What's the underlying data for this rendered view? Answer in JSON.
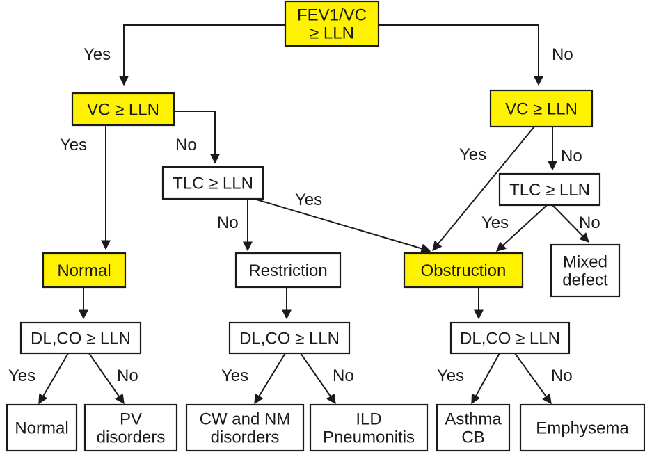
{
  "nodes": {
    "root": {
      "lines": [
        "FEV1/VC",
        "≥ LLN"
      ],
      "highlight": true
    },
    "vc_left": {
      "lines": [
        "VC ≥ LLN"
      ],
      "highlight": true
    },
    "vc_right": {
      "lines": [
        "VC ≥ LLN"
      ],
      "highlight": true
    },
    "tlc_mid": {
      "lines": [
        "TLC ≥ LLN"
      ],
      "highlight": false
    },
    "tlc_right": {
      "lines": [
        "TLC ≥ LLN"
      ],
      "highlight": false
    },
    "normal_mid": {
      "lines": [
        "Normal"
      ],
      "highlight": true
    },
    "restriction": {
      "lines": [
        "Restriction"
      ],
      "highlight": false
    },
    "obstruction": {
      "lines": [
        "Obstruction"
      ],
      "highlight": true
    },
    "mixed": {
      "lines": [
        "Mixed",
        "defect"
      ],
      "highlight": false
    },
    "dlco1": {
      "lines": [
        "DL,CO ≥ LLN"
      ],
      "highlight": false
    },
    "dlco2": {
      "lines": [
        "DL,CO ≥ LLN"
      ],
      "highlight": false
    },
    "dlco3": {
      "lines": [
        "DL,CO ≥ LLN"
      ],
      "highlight": false
    },
    "leaf_normal": {
      "lines": [
        "Normal"
      ],
      "highlight": false
    },
    "leaf_pv": {
      "lines": [
        "PV",
        "disorders"
      ],
      "highlight": false
    },
    "leaf_cw": {
      "lines": [
        "CW and NM",
        "disorders"
      ],
      "highlight": false
    },
    "leaf_ild": {
      "lines": [
        "ILD",
        "Pneumonitis"
      ],
      "highlight": false
    },
    "leaf_asthma": {
      "lines": [
        "Asthma",
        "CB"
      ],
      "highlight": false
    },
    "leaf_emph": {
      "lines": [
        "Emphysema"
      ],
      "highlight": false
    }
  },
  "edge_labels": {
    "root_yes": "Yes",
    "root_no": "No",
    "vcl_yes": "Yes",
    "vcl_no": "No",
    "vcr_yes": "Yes",
    "vcr_no": "No",
    "tlcm_yes": "Yes",
    "tlcm_no": "No",
    "tlcr_yes": "Yes",
    "tlcr_no": "No",
    "d1_yes": "Yes",
    "d1_no": "No",
    "d2_yes": "Yes",
    "d2_no": "No",
    "d3_yes": "Yes",
    "d3_no": "No"
  },
  "colors": {
    "highlight": "#fff200",
    "stroke": "#1a1a1a"
  }
}
